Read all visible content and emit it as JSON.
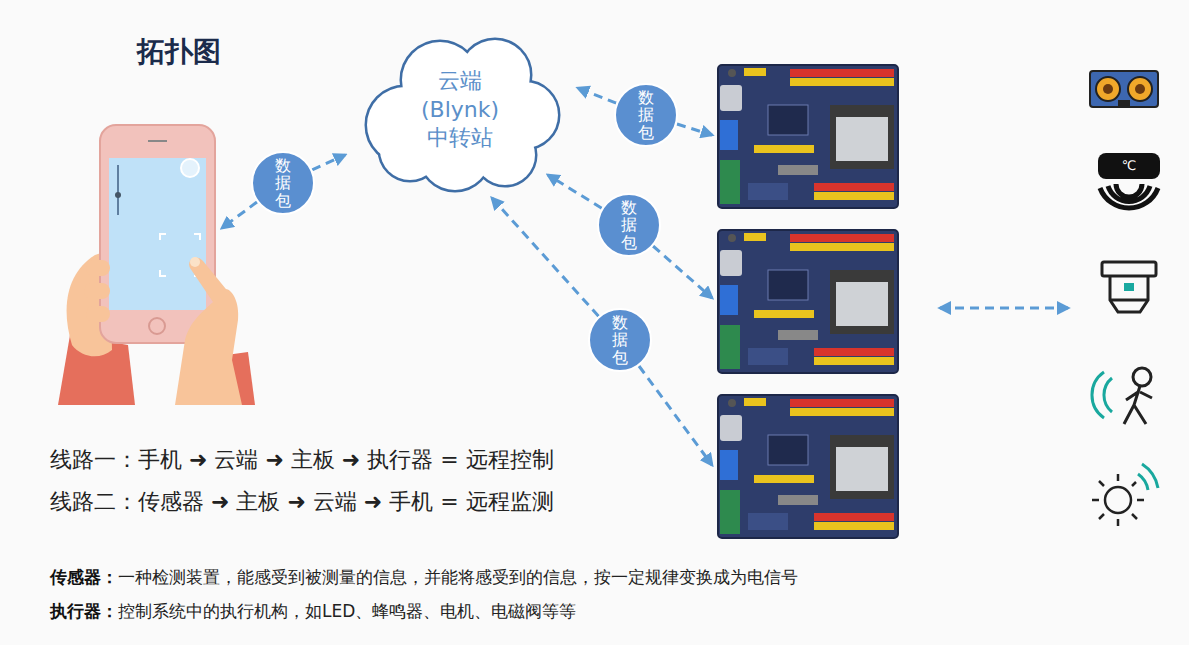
{
  "diagram": {
    "title": "拓扑图",
    "nodes": [
      {
        "text": [
          "云端 (Blynk) 中转站"
        ]
      },
      {
        "text": [
          "数据包"
        ]
      },
      {
        "text": [
          "数据包"
        ]
      },
      {
        "text": [
          "数据包"
        ]
      },
      {
        "text": [
          "数据包"
        ]
      }
    ],
    "edges": [
      {
        "from": 1,
        "to": 0,
        "arrow": "to"
      },
      {
        "from": 2,
        "to": 0,
        "arrow": "to"
      },
      {
        "from": 3,
        "to": 0,
        "arrow": "to"
      },
      {
        "from": 4,
        "to": 0,
        "arrow": "to"
      }
    ],
    "labels": [
      "线路一：手机 ➜ 云端 ➜ 主板 ➜ 执行器 = 远程控制",
      "线路二：传感器 ➜ 主板 ➜ 云端 ➜ 手机 = 远程监测",
      "传感器：",
      "一种检测装置，能感受到被测量的信息，并能将感受到的信息，按一定规律变换成为电信号",
      "执行器：",
      "控制系统中的执行机构，如LED、蜂鸣器、电机、电磁阀等等",
      "℃"
    ]
  }
}
